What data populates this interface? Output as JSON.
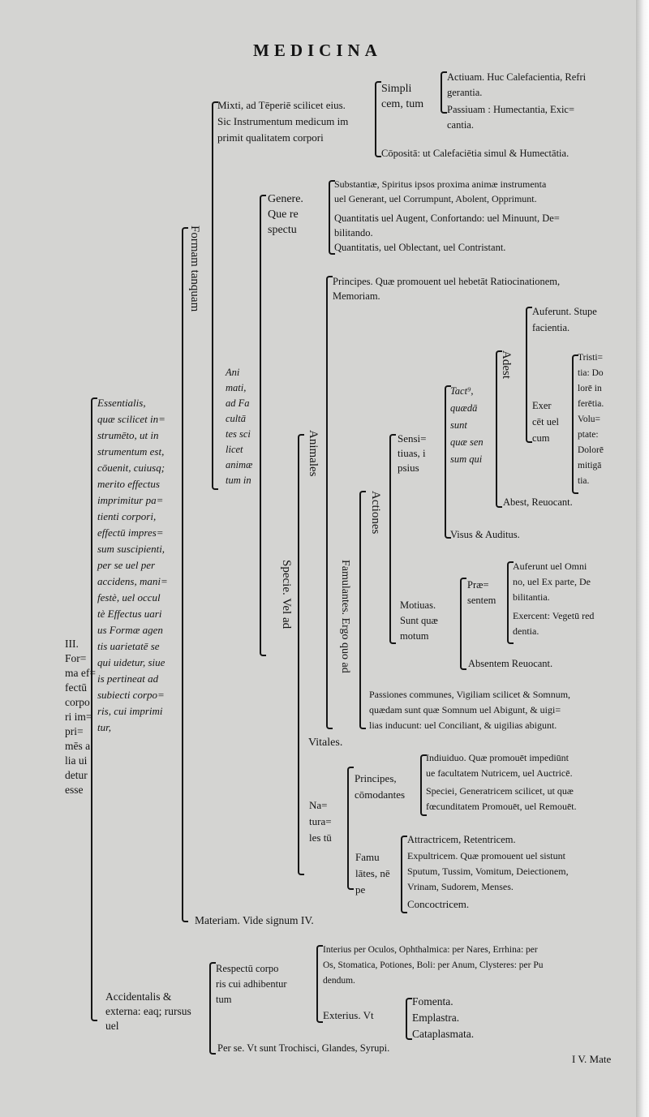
{
  "header": {
    "title": "MEDICINA"
  },
  "blocks": {
    "tertium": "III.\nFor=\nma ef=\nfectū\ncorpo\nri im=\npri=\nmēs a\nlia ui\ndetur\nesse",
    "essentialis": "Essentialis,\nquæ scilicet in=\nstrumēto, ut in\nstrumentum est,\ncōuenit, cuiusq;\nmerito effectus\nimprimitur pa=\ntienti corpori,\neffectū impres=\nsum suscipienti,\nper se uel per\naccidens, mani=\nfestè, uel occul\ntè Effectus uari\nus Formæ agen\ntis uarietatē se\nqui uidetur, siue\nis pertineat ad\nsubiecti corpo=\nris, cui imprimi\ntur,",
    "formam": "Formam tanquam",
    "mixti": "Mixti, ad Tēperiē scilicet eius.\nSic Instrumentum medicum im\nprimit qualitatem corpori",
    "simplicem": "Simpli\ncem, tum",
    "actiuam": "Actiuam. Huc Calefacientia, Refri\n      gerantia.",
    "passiuam": "Passiuam : Humectantia, Exic=\n      cantia.",
    "composita": "Cōpositā: ut Calefaciētia simul & Humectātia.",
    "animati": "Ani\nmati,\nad Fa\ncultā\ntes sci\nlicet\nanimæ\ntum in",
    "genere": "Genere.\nQue re\n  spectu",
    "substantiae": "Substantiæ, Spiritus ipsos proxima animæ instrumenta\n   uel Generant, uel Corrumpunt, Abolent, Opprimunt.",
    "quantitatis1": "Quantitatis uel Augent, Confortando: uel Minuunt, De=\n   bilitando.",
    "quantitatis2": "Quantitatis, uel Oblectant, uel Contristant.",
    "specie": "Specie. Vel ad",
    "animales": "Animales",
    "principes1": "Principes. Quæ promouent uel hebetāt Ratiocinationem,\n   Memoriam.",
    "famulantes": "Famulantes. Ergo quo ad",
    "actiones": "Actiones",
    "sensitiuas": "Sensi=\ntiuas, i\n psius",
    "tactus": "Tact⁹,\nquædā\nsunt\nquæ sen\nsum qui",
    "adest": "Adest",
    "auferunt1": "Auferunt. Stupe\n  facientia.",
    "exercet": "Exer\ncēt uel\n  cum",
    "tristitia": "Tristi=\n tia: Do\n lorē in\n ferētia.\nVolu=\n ptate:\n Dolorē\n mitigā\n tia.",
    "abest": "Abest, Reuocant.",
    "visus": "Visus & Auditus.",
    "motiuas": "Motiuas.\nSunt quæ\n  motum",
    "praesentem": "Præ=\nsentem",
    "auferunt2": "Auferunt uel Omni\n   no, uel Ex parte, De\n   bilitantia.",
    "exercent": "Exercent: Vegetū red\n   dentia.",
    "absentem": "Absentem Reuocant.",
    "passiones": "Passiones communes, Vigiliam scilicet & Somnum,\n   quædam sunt quæ Somnum uel Abigunt, & uigi=\n   lias inducunt: uel Conciliant, & uigilias abigunt.",
    "vitales": "Vitales.",
    "naturales": "Na=\ntura=\nles tū",
    "principes2": "Principes,\ncōmodantes",
    "indiuiduo": "Indiuiduo. Quæ promouēt impediūnt\n    ue facultatem Nutricem, uel Auctricē.",
    "speciei": "Speciei, Generatricem scilicet, ut quæ\n    fœcunditatem Promouēt, uel Remouēt.",
    "famulantes2": "Famu\nlātes, nē\n  pe",
    "attractricem": "Attractricem, Retentricem.",
    "expultricem": "Expultricem.  Quæ promouent uel sistunt\n    Sputum, Tussim, Vomitum, Deiectionem,\n    Vrinam, Sudorem, Menses.",
    "concoctricem": "Concoctricem.",
    "materiam": "Materiam. Vide signum IV.",
    "accidentalis": "Accidentalis &\nexterna: eaq; rursus\n      uel",
    "respectu": "Respectū corpo\nris cui adhibentur\n     tum",
    "interius": "Interius per Oculos, Ophthalmica: per Nares, Errhina: per\n    Os, Stomatica, Potiones, Boli: per Anum, Clysteres: per Pu\n    dendum.",
    "exterius": "Exterius. Vt",
    "fomenta": "Fomenta.\nEmplastra.\nCataplasmata.",
    "perse": "Per se. Vt sunt Trochisci, Glandes, Syrupi."
  },
  "footer": {
    "catchword": "I V. Mate"
  }
}
